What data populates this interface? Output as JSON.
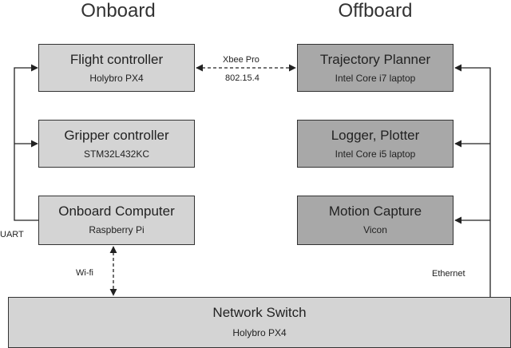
{
  "headings": {
    "onboard": "Onboard",
    "offboard": "Offboard"
  },
  "onboard": {
    "flight_controller": {
      "title": "Flight controller",
      "subtitle": "Holybro PX4"
    },
    "gripper_controller": {
      "title": "Gripper controller",
      "subtitle": "STM32L432KC"
    },
    "onboard_computer": {
      "title": "Onboard Computer",
      "subtitle": "Raspberry Pi"
    }
  },
  "offboard": {
    "trajectory_planner": {
      "title": "Trajectory Planner",
      "subtitle": "Intel Core i7 laptop"
    },
    "logger_plotter": {
      "title": "Logger, Plotter",
      "subtitle": "Intel Core i5 laptop"
    },
    "motion_capture": {
      "title": "Motion Capture",
      "subtitle": "Vicon"
    }
  },
  "network_switch": {
    "title": "Network Switch",
    "subtitle": "Holybro PX4"
  },
  "links": {
    "xbee_label": "Xbee Pro",
    "xbee_protocol": "802.15.4",
    "uart_label": "UART",
    "wifi_label": "Wi-fi",
    "ethernet_label": "Ethernet"
  },
  "colors": {
    "onboard_box_fill": "#d4d4d4",
    "offboard_box_fill": "#a8a8a8",
    "line": "#222222"
  }
}
